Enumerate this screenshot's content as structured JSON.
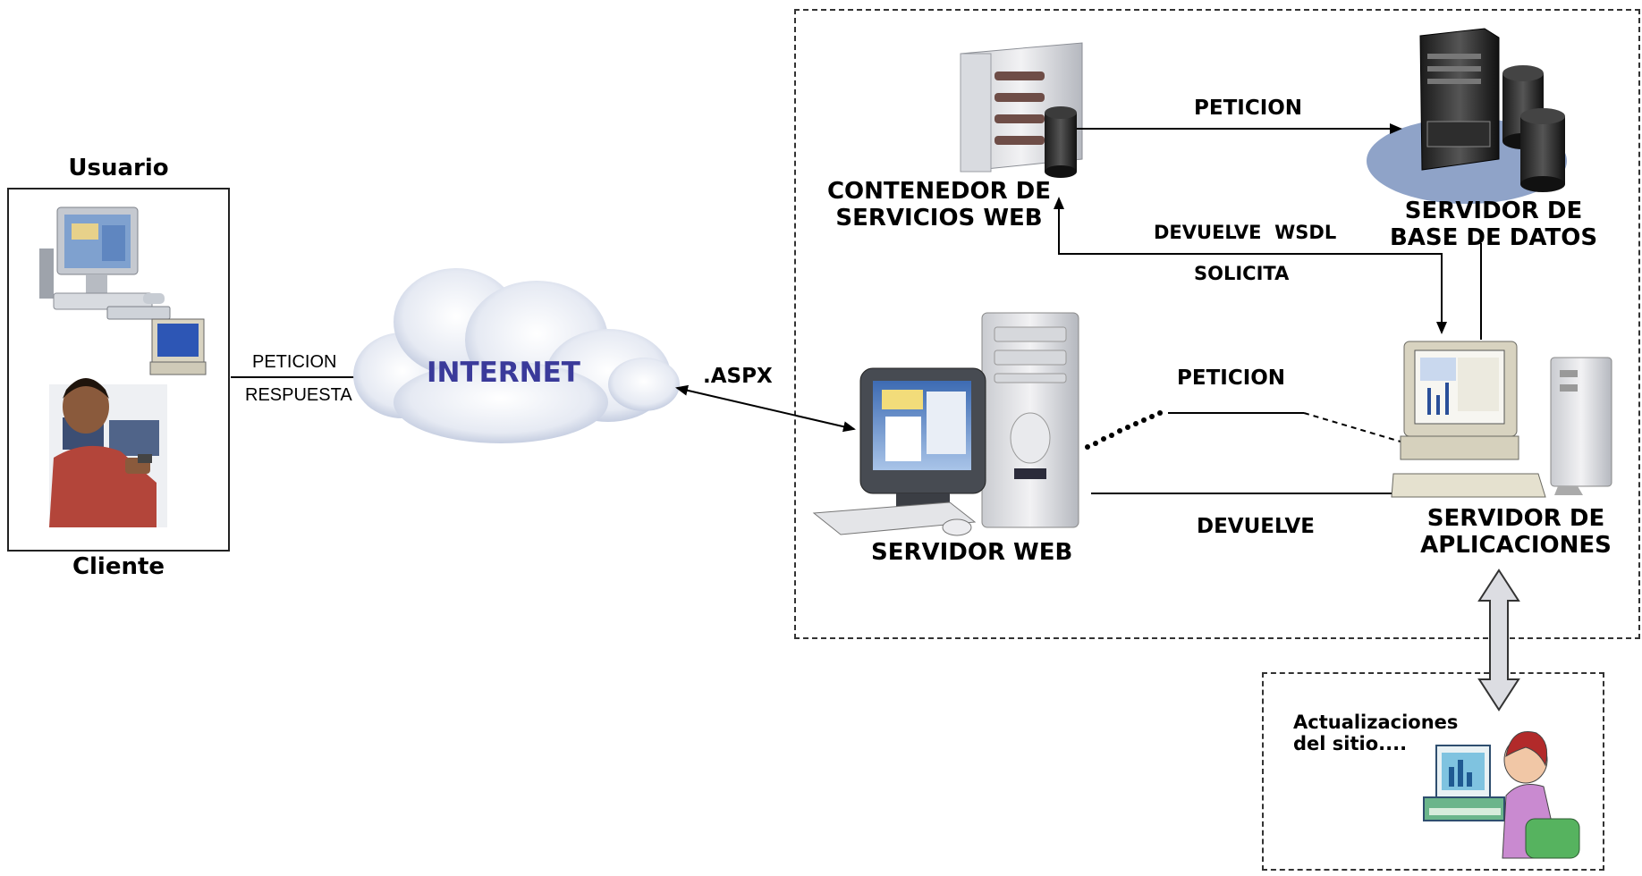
{
  "client": {
    "title": "Usuario",
    "caption": "Cliente"
  },
  "links": {
    "client_request": "PETICION",
    "client_response": "RESPUESTA",
    "aspx": ".ASPX",
    "db_request": "PETICION",
    "returns_wsdl": "DEVUELVE  WSDL",
    "requests": "SOLICITA",
    "app_request": "PETICION",
    "app_returns": "DEVUELVE"
  },
  "cloud": {
    "label": "INTERNET"
  },
  "nodes": {
    "web_services_container": [
      "CONTENEDOR DE",
      "SERVICIOS WEB"
    ],
    "database_server": [
      "SERVIDOR DE",
      "BASE DE DATOS"
    ],
    "web_server": "SERVIDOR WEB",
    "application_server": [
      "SERVIDOR DE",
      "APLICACIONES"
    ]
  },
  "updates": {
    "label": [
      "Actualizaciones",
      "del sitio...."
    ]
  },
  "colors": {
    "internet_text": "#3a3a9a",
    "cloud": "#dfe4f0",
    "db_platform": "#8fa3c8",
    "dashed_border": "#333333"
  }
}
